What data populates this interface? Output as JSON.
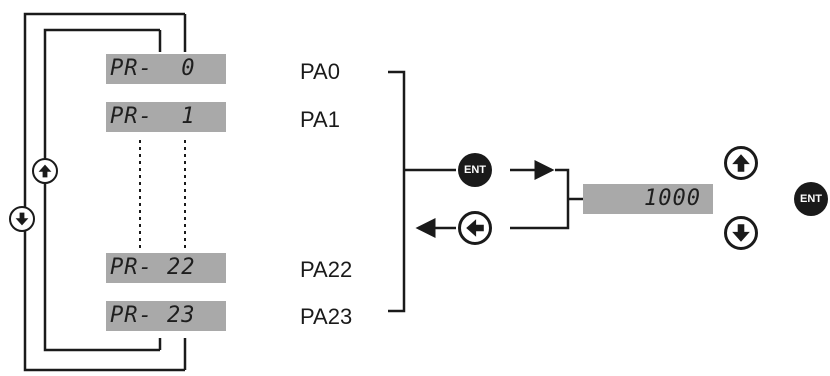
{
  "displays": {
    "pr0": "PR-  0",
    "pr1": "PR-  1",
    "pr22": "PR- 22",
    "pr23": "PR- 23",
    "value": "1000"
  },
  "labels": {
    "pa0": "PA0",
    "pa1": "PA1",
    "pa22": "PA22",
    "pa23": "PA23"
  },
  "buttons": {
    "ent": "ENT",
    "ent_right": "ENT"
  },
  "icons": {
    "up": "up-arrow-icon",
    "down": "down-arrow-icon",
    "left": "left-arrow-icon"
  }
}
